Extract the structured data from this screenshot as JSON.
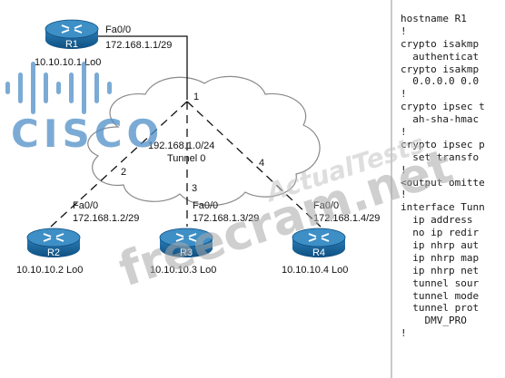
{
  "diagram": {
    "tunnel_network": "192.168.1.0/24",
    "tunnel_name": "Tunnel 0",
    "hub": {
      "name": "R1",
      "interface": "Fa0/0",
      "ip": "172.168.1.1/29",
      "loopback": "10.10.10.1 Lo0"
    },
    "spokes": [
      {
        "name": "R2",
        "interface": "Fa0/0",
        "ip": "172.168.1.2/29",
        "loopback": "10.10.10.2 Lo0",
        "link_number": "2"
      },
      {
        "name": "R3",
        "interface": "Fa0/0",
        "ip": "172.168.1.3/29",
        "loopback": "10.10.10.3 Lo0",
        "link_number": "3"
      },
      {
        "name": "R4",
        "interface": "Fa0/0",
        "ip": "172.168.1.4/29",
        "loopback": "10.10.10.4 Lo0",
        "link_number": "4"
      }
    ],
    "hub_link_number": "1"
  },
  "config_lines": [
    "hostname R1",
    "!",
    "crypto isakmp",
    "  authenticat",
    "crypto isakmp",
    "  0.0.0.0 0.0",
    "!",
    "crypto ipsec t",
    "  ah-sha-hmac",
    "!",
    "crypto ipsec p",
    "  set transfo",
    "!",
    "<output omitte",
    "!",
    "interface Tunn",
    "  ip address",
    "  no ip redir",
    "  ip nhrp aut",
    "  ip nhrp map",
    "  ip nhrp net",
    "  tunnel sour",
    "  tunnel mode",
    "  tunnel prot",
    "    DMV_PRO",
    "!"
  ],
  "watermarks": {
    "logo_text": "CISCO",
    "site_text": "freecram.net",
    "tag_text": "ActualTests"
  },
  "colors": {
    "router_body": "#1d6fa8",
    "router_top": "#3d8fc6",
    "cisco_logo": "#4f8fc7",
    "watermark": "#b0b0b0"
  }
}
